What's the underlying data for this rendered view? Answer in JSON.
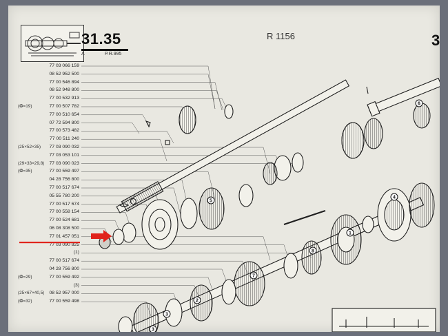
{
  "header": {
    "page_number": "31.35",
    "sub_left": "A",
    "sub_right": "P.R.995",
    "model": "R 1156",
    "right_page_number": "3"
  },
  "parts": [
    {
      "ref": "77 03 066 159"
    },
    {
      "ref": "08 52 952 500"
    },
    {
      "ref": "77 00 546 894"
    },
    {
      "ref": "08 52 948 800"
    },
    {
      "ref": "77 00 532 913"
    },
    {
      "ref": "77 00 507 782",
      "note": "(❂=19)"
    },
    {
      "ref": "77 00 510 654"
    },
    {
      "ref": "07 72 594 800"
    },
    {
      "ref": "77 00 573 482"
    },
    {
      "ref": "77 00 511 240"
    },
    {
      "ref": "77 03 090 032",
      "note": "(25×52×35)"
    },
    {
      "ref": "77 03 053 101"
    },
    {
      "ref": "77 03 090 023",
      "note": "(29×33×29,8)"
    },
    {
      "ref": "77 00 559 497",
      "note": "(❂=35)"
    },
    {
      "ref": "04 28 756 800"
    },
    {
      "ref": "77 00 517 674"
    },
    {
      "ref": "05 55 780 200"
    },
    {
      "ref": "77 00 517 674"
    },
    {
      "ref": "77 00 558 154"
    },
    {
      "ref": "77 00 524 681"
    },
    {
      "ref": "06 08 308 500"
    },
    {
      "ref": "77 01 457 051"
    },
    {
      "ref": "77 03 090 825"
    },
    {
      "ref": "(1)"
    },
    {
      "ref": "77 00 517 674"
    },
    {
      "ref": "04 28 756 800"
    },
    {
      "ref": "77 00 559 492",
      "note": "(❂=29)"
    },
    {
      "ref": "(3)"
    },
    {
      "ref": "08 52 957 000",
      "note": "(25×67×40,5)"
    },
    {
      "ref": "77 00 559 498",
      "note": "(❂=32)"
    }
  ],
  "callouts": [
    "5",
    "6",
    "7",
    "8",
    "1",
    "2",
    "3",
    "4",
    "3"
  ],
  "colors": {
    "paper": "#e9e8e1",
    "ink": "#222222",
    "highlight_arrow": "#e0231b",
    "background": "#6b6f7a"
  }
}
